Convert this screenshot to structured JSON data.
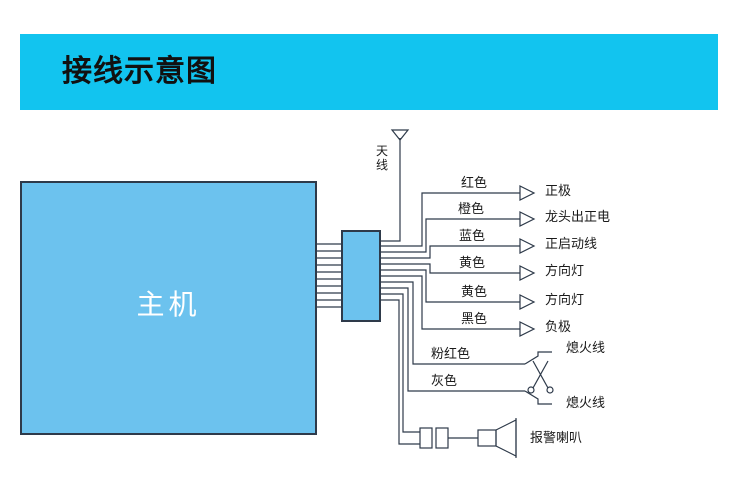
{
  "header": {
    "title": "接线示意图",
    "background": "#12c4ef"
  },
  "host": {
    "label": "主机",
    "fill": "#6cc2ee"
  },
  "antenna": {
    "label_line1": "天",
    "label_line2": "线"
  },
  "wires": [
    {
      "color_label": "红色",
      "target": "正极"
    },
    {
      "color_label": "橙色",
      "target": "龙头出正电"
    },
    {
      "color_label": "蓝色",
      "target": "正启动线"
    },
    {
      "color_label": "黄色",
      "target": "方向灯"
    },
    {
      "color_label": "黄色",
      "target": "方向灯"
    },
    {
      "color_label": "黑色",
      "target": "负极"
    }
  ],
  "ignition": {
    "wire1_label": "粉红色",
    "wire2_label": "灰色",
    "target_top": "熄火线",
    "target_bottom": "熄火线"
  },
  "siren": {
    "label": "报警喇叭"
  },
  "line_color": "#2e3a4a"
}
